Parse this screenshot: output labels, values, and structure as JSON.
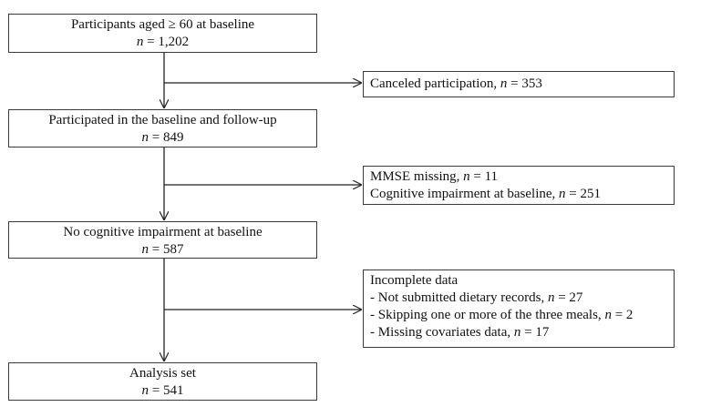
{
  "main_boxes": [
    {
      "title": "Participants aged ≥ 60 at baseline",
      "n_label": "n",
      "n_value": " = 1,202"
    },
    {
      "title": "Participated in the baseline and follow-up",
      "n_label": "n",
      "n_value": " = 849"
    },
    {
      "title": "No cognitive impairment at baseline",
      "n_label": "n",
      "n_value": " = 587"
    },
    {
      "title": "Analysis set",
      "n_label": "n",
      "n_value": " = 541"
    }
  ],
  "exclusions": [
    {
      "lines": [
        {
          "text": "Canceled participation, ",
          "n_label": "n",
          "n_value": " = 353"
        }
      ]
    },
    {
      "lines": [
        {
          "text": "MMSE missing, ",
          "n_label": "n",
          "n_value": " = 11"
        },
        {
          "text": "Cognitive impairment at baseline, ",
          "n_label": "n",
          "n_value": " = 251"
        }
      ]
    },
    {
      "heading": "Incomplete data",
      "lines": [
        {
          "text": "- Not submitted dietary records, ",
          "n_label": "n",
          "n_value": " = 27"
        },
        {
          "text": "- Skipping one or more of the three meals, ",
          "n_label": "n",
          "n_value": " = 2"
        },
        {
          "text": "- Missing covariates data, ",
          "n_label": "n",
          "n_value": " = 17"
        }
      ]
    }
  ]
}
